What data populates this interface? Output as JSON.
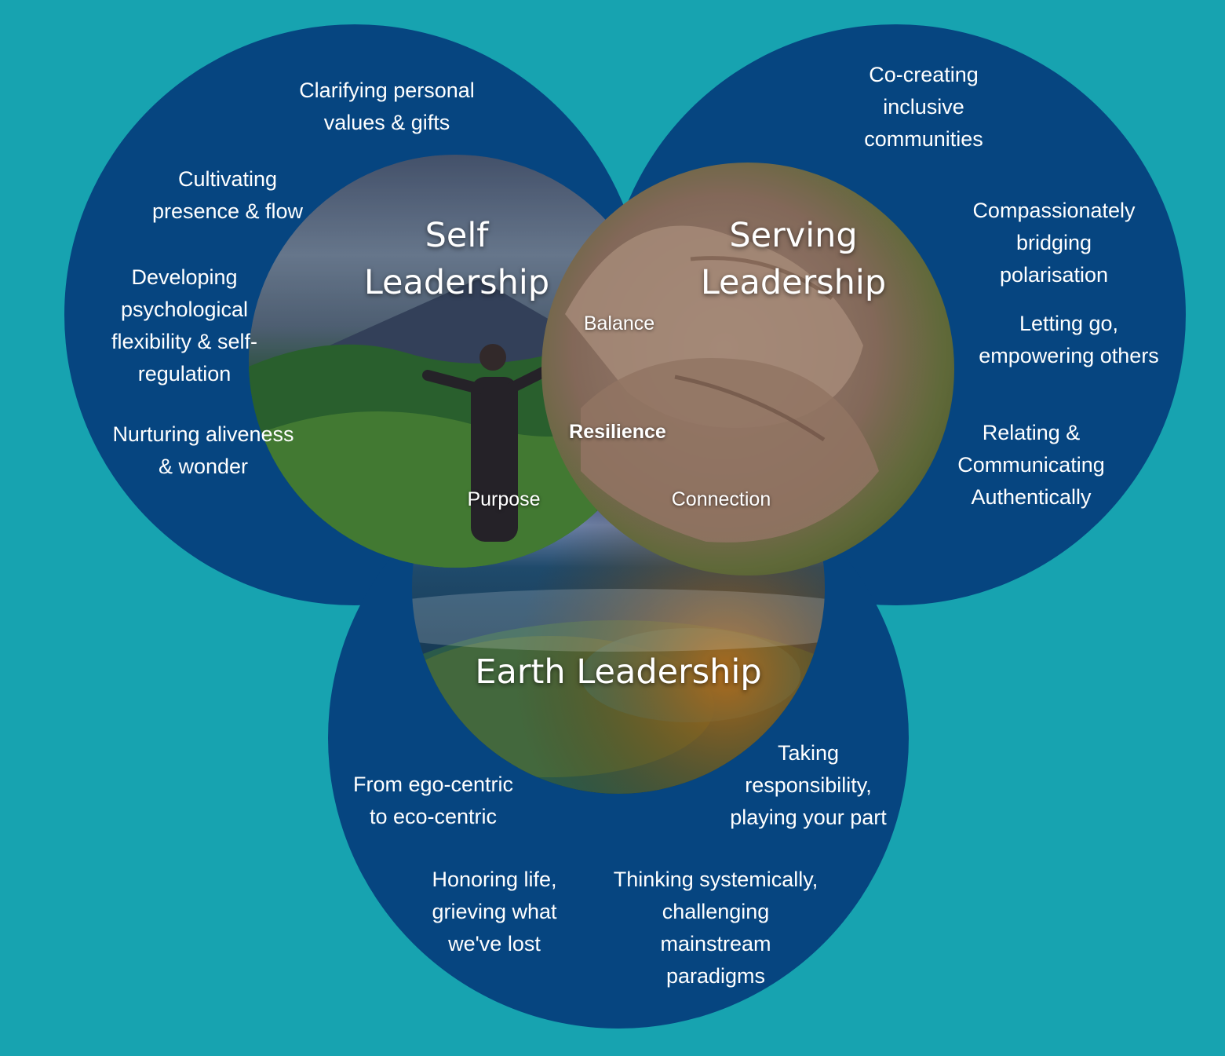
{
  "colors": {
    "background": "#17a3b0",
    "circle_fill": "#064580",
    "text": "#ffffff"
  },
  "circles": {
    "self": {
      "title": [
        "Self",
        "Leadership"
      ]
    },
    "serving": {
      "title": [
        "Serving",
        "Leadership"
      ]
    },
    "earth": {
      "title": "Earth Leadership"
    }
  },
  "self_items": {
    "values": [
      "Clarifying personal",
      "values & gifts"
    ],
    "presence": [
      "Cultivating",
      "presence & flow"
    ],
    "flexibility": [
      "Developing",
      "psychological",
      "flexibility & self-",
      "regulation"
    ],
    "aliveness": [
      "Nurturing aliveness",
      "& wonder"
    ]
  },
  "serving_items": {
    "communities": [
      "Co-creating",
      "inclusive",
      "communities"
    ],
    "polarisation": [
      "Compassionately",
      "bridging",
      "polarisation"
    ],
    "letting_go": [
      "Letting go,",
      "empowering others"
    ],
    "relating": [
      "Relating &",
      "Communicating",
      "Authentically"
    ]
  },
  "earth_items": {
    "ego": [
      "From ego-centric",
      "to eco-centric"
    ],
    "responsibility": [
      "Taking",
      "responsibility,",
      "playing your part"
    ],
    "honoring": [
      "Honoring life,",
      "grieving what",
      "we've lost"
    ],
    "systemic": [
      "Thinking systemically,",
      "challenging",
      "mainstream",
      "paradigms"
    ]
  },
  "core": {
    "balance": "Balance",
    "resilience": "Resilience",
    "purpose": "Purpose",
    "connection": "Connection"
  }
}
